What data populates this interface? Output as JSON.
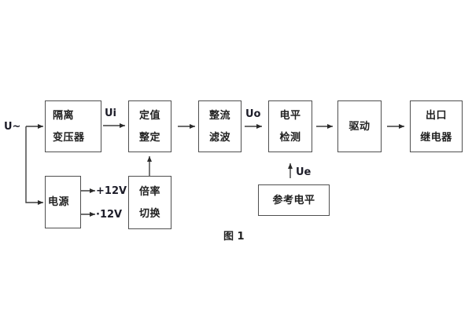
{
  "figure": {
    "caption": "图 1",
    "signals": {
      "input": "U~",
      "ui": "Ui",
      "uo": "Uo",
      "ue": "Ue",
      "plus_12v": "+12V",
      "minus_12v": "·12V"
    },
    "blocks": {
      "isolation_transformer": {
        "line1": "隔离",
        "line2": "变压器"
      },
      "value_setting": {
        "line1": "定值",
        "line2": "整定"
      },
      "rectifier_filter": {
        "line1": "整流",
        "line2": "滤波"
      },
      "level_detection": {
        "line1": "电平",
        "line2": "检测"
      },
      "drive": {
        "label": "驱动"
      },
      "output_relay": {
        "line1": "出口",
        "line2": "继电器"
      },
      "power_supply": {
        "label": "电源"
      },
      "ratio_switching": {
        "line1": "倍率",
        "line2": "切换"
      },
      "reference_level": {
        "label": "参考电平"
      }
    },
    "colors": {
      "background": "#ffffff",
      "line": "#3f3f3f",
      "box_border": "#4f4f4f",
      "text": "#212121"
    }
  }
}
